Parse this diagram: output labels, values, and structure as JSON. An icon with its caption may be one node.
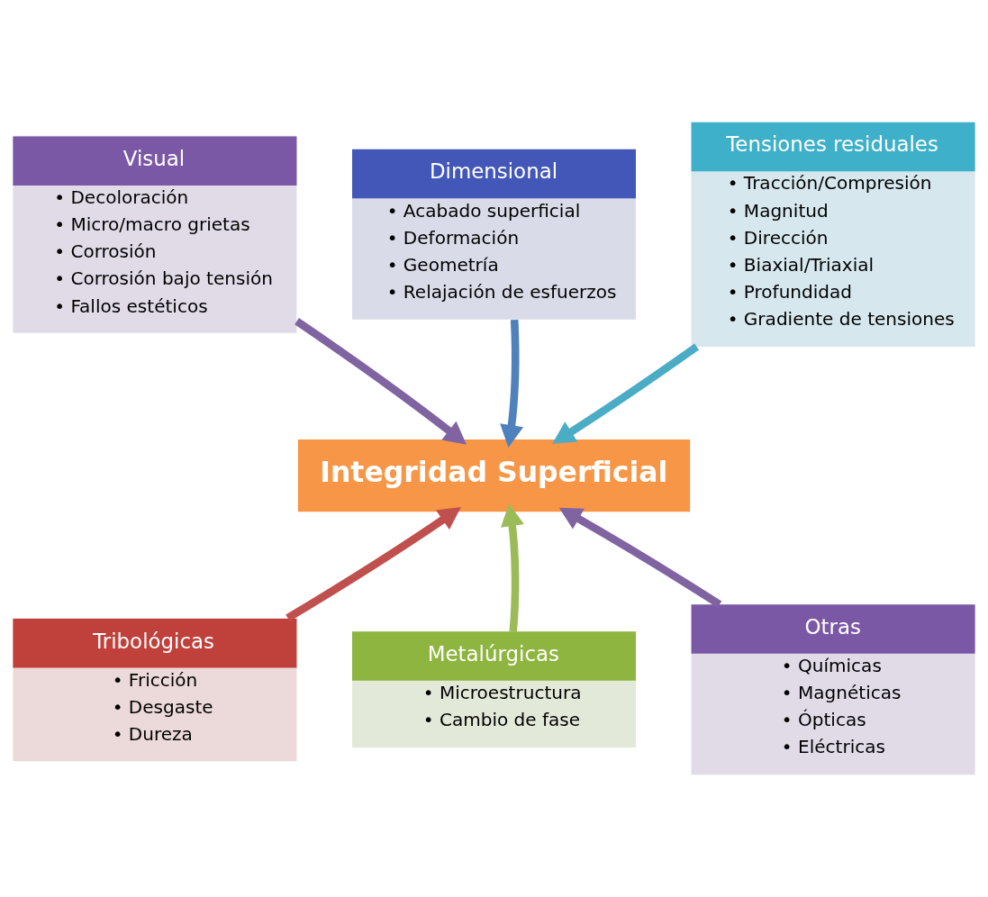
{
  "diagram": {
    "nodes": [
      {
        "text": [
          "Visual",
          "• Decoloración",
          "• Micro/macro grietas",
          "• Corrosión",
          "• Corrosión bajo tensión",
          "• Fallos estéticos"
        ]
      },
      {
        "text": [
          "Dimensional",
          "• Acabado superficial",
          "• Deformación",
          "• Geometría",
          "• Relajación de esfuerzos"
        ]
      },
      {
        "text": [
          "Tensiones residuales",
          "• Tracción/Compresión",
          "• Magnitud",
          "• Dirección",
          "• Biaxial/Triaxial",
          "• Profundidad",
          "• Gradiente de tensiones"
        ]
      },
      {
        "text": [
          "Integridad Superficial"
        ]
      },
      {
        "text": [
          "Tribológicas",
          "• Fricción",
          "• Desgaste",
          "• Dureza"
        ]
      },
      {
        "text": [
          "Metalúrgicas",
          "• Microestructura",
          "• Cambio de fase"
        ]
      },
      {
        "text": [
          "Otras",
          "• Químicas",
          "• Magnéticas",
          "• Ópticas",
          "• Eléctricas"
        ]
      }
    ],
    "edges": [
      {
        "from": 0,
        "to": 3,
        "arrow": "to",
        "color": "#8064a2"
      },
      {
        "from": 1,
        "to": 3,
        "arrow": "to",
        "color": "#4f81bd"
      },
      {
        "from": 2,
        "to": 3,
        "arrow": "to",
        "color": "#4bacc6"
      },
      {
        "from": 4,
        "to": 3,
        "arrow": "to",
        "color": "#c0504d"
      },
      {
        "from": 5,
        "to": 3,
        "arrow": "to",
        "color": "#9bbb59"
      },
      {
        "from": 6,
        "to": 3,
        "arrow": "to",
        "color": "#8064a2"
      }
    ]
  }
}
